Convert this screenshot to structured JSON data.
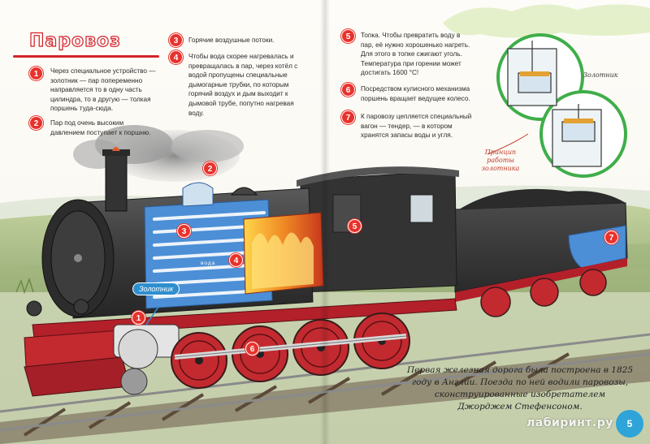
{
  "page": {
    "title": "Паровоз",
    "notes": [
      {
        "num": "1",
        "text": "Через специальное устройство — золотник — пар попеременно направляется то в одну часть цилиндра, то в другую — толкая поршень туда-сюда."
      },
      {
        "num": "2",
        "text": "Пар под очень высоким давлением поступает к поршню."
      },
      {
        "num": "3",
        "text": "Горячие воздушные потоки."
      },
      {
        "num": "4",
        "text": "Чтобы вода скорее нагревалась и превращалась в пар, через котёл с водой пропущены специальные дымогарные трубки, по которым горячий воздух и дым выходит к дымовой трубе, попутно нагревая воду."
      },
      {
        "num": "5",
        "text": "Топка. Чтобы превратить воду в пар, её нужно хорошенько нагреть. Для этого в топке сжигают уголь. Температура при горении может достигать 1600 °С!"
      },
      {
        "num": "6",
        "text": "Посредством кулисного механизма поршень вращает ведущее колесо."
      },
      {
        "num": "7",
        "text": "К паровозу цепляется специальный вагон — тендер, — в котором хранятся запасы воды и угля."
      }
    ],
    "labels": {
      "zolotnik_tag": "Золотник",
      "voda": "вода",
      "circle_caption": "Золотник",
      "principle": "Принцип работы золотника"
    },
    "history": "Первая железная дорога была построена в 1825 году в Англии. Поезда по ней водили паровозы, сконструированные изобретателем Джорджем Стефенсоном.",
    "page_number": "5",
    "watermark": "лабиринт.ру",
    "colors": {
      "accent_red": "#e8322c",
      "title_red": "#d2232a",
      "circle_green": "#3fae49",
      "water_blue": "#4c8fd6",
      "tab_blue": "#2ea4d8"
    }
  }
}
